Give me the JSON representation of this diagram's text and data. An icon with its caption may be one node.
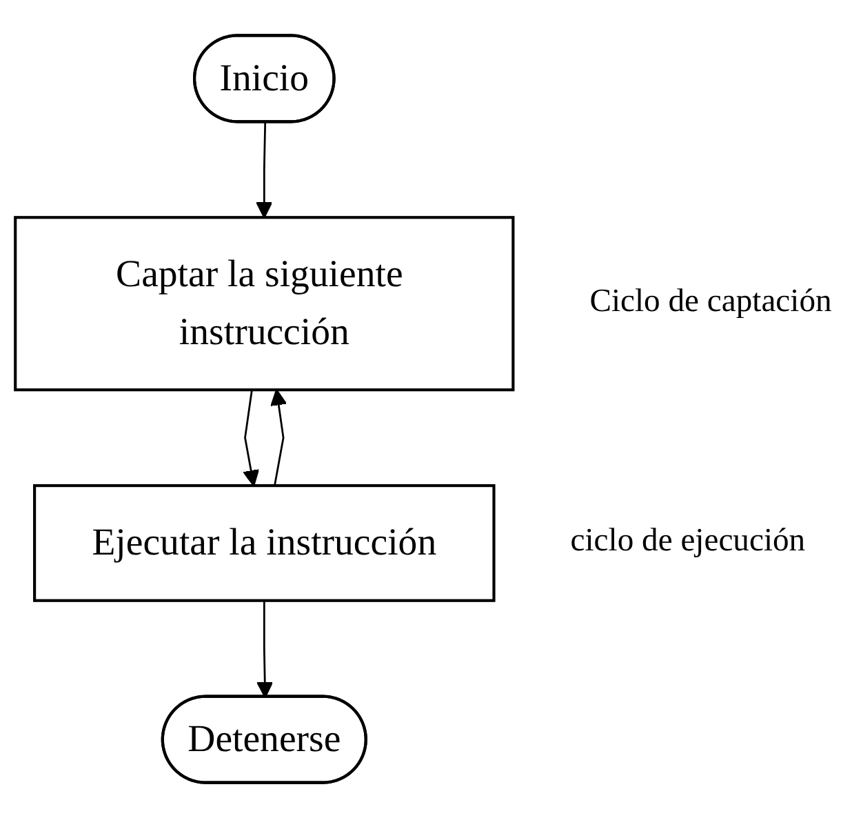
{
  "diagram": {
    "nodes": [
      {
        "text": [
          "Inicio"
        ]
      },
      {
        "text": [
          "Captar la siguiente instrucción"
        ],
        "beside": [
          "Ciclo de captación"
        ]
      },
      {
        "text": [
          "Ejecutar la instrucción"
        ],
        "beside": [
          "ciclo de ejecución"
        ]
      },
      {
        "text": [
          "Detenerse"
        ]
      }
    ],
    "edges": [
      {
        "from": 0,
        "to": 1,
        "arrow": "to"
      },
      {
        "from": 1,
        "to": 2,
        "arrow": "to"
      },
      {
        "from": 2,
        "to": 1,
        "arrow": "to"
      },
      {
        "from": 2,
        "to": 3,
        "arrow": "to"
      }
    ]
  }
}
